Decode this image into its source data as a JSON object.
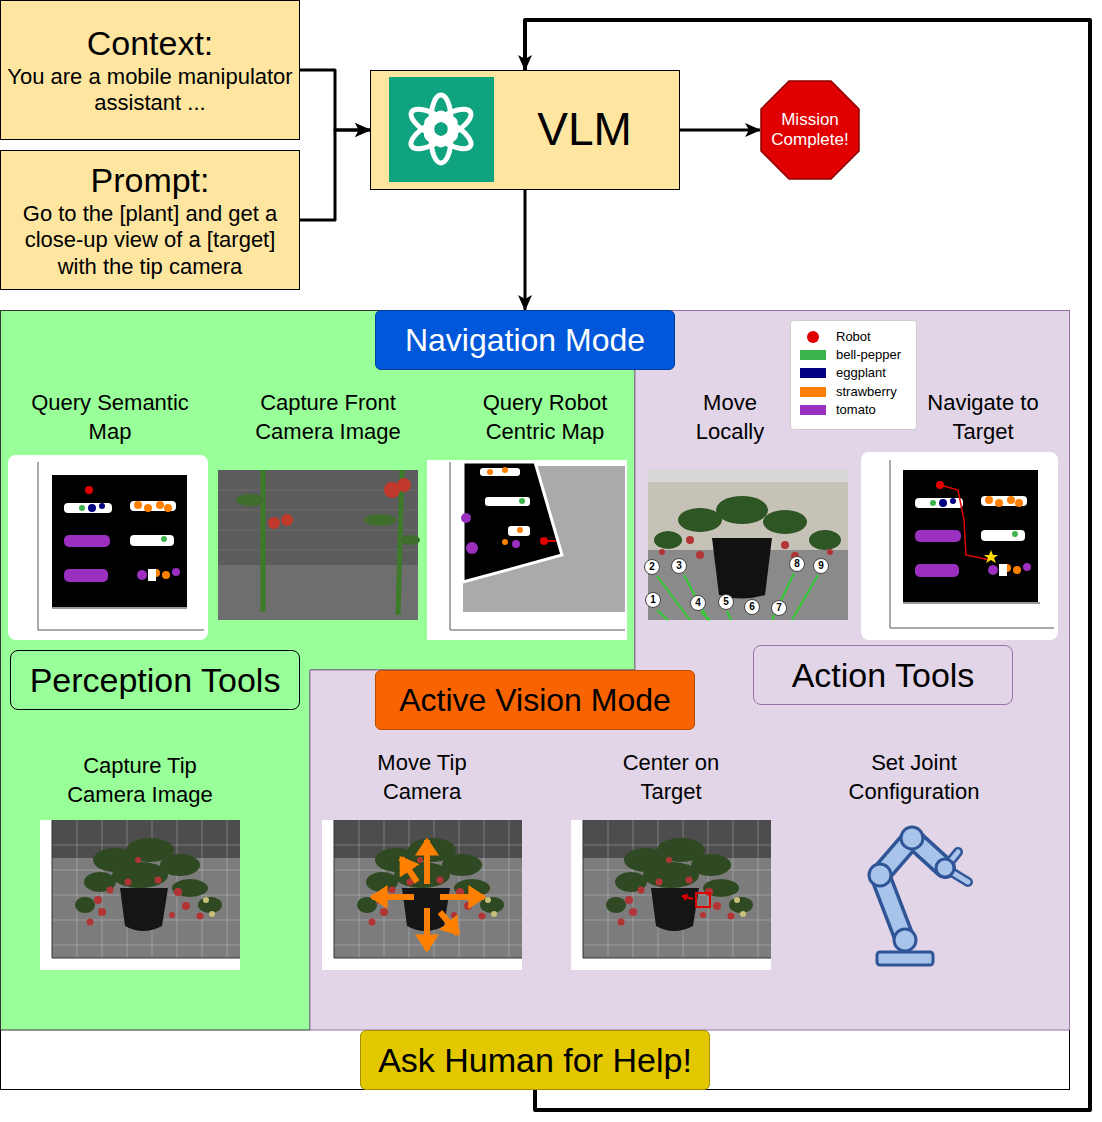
{
  "diagram": {
    "nodes": [
      {
        "text": [
          "Context:",
          "You are a mobile manipulator assistant ..."
        ]
      },
      {
        "text": [
          "Prompt:",
          "Go to the [plant] and get a close-up view of a [target] with the tip camera"
        ]
      },
      {
        "text": [
          "VLM"
        ]
      },
      {
        "text": [
          "Mission Complete!"
        ]
      },
      {
        "text": [
          "Navigation Mode"
        ]
      },
      {
        "text": [
          "Perception Tools"
        ]
      },
      {
        "text": [
          "Action Tools"
        ]
      },
      {
        "text": [
          "Active Vision Mode"
        ]
      },
      {
        "text": [
          "Ask Human for Help!"
        ]
      }
    ],
    "edges": [
      {
        "from": 0,
        "to": 2,
        "arrow": "to"
      },
      {
        "from": 1,
        "to": 2,
        "arrow": "to"
      },
      {
        "from": 2,
        "to": 3,
        "arrow": "to"
      },
      {
        "from": 2,
        "to": 4,
        "arrow": "to"
      },
      {
        "from": 8,
        "to": 2,
        "arrow": "to"
      }
    ],
    "labels": [
      "Query Semantic Map",
      "Capture Front Camera Image",
      "Query Robot Centric Map",
      "Move Locally",
      "Navigate to Target",
      "Capture Tip Camera Image",
      "Move Tip Camera",
      "Center on Target",
      "Set Joint Configuration",
      "1",
      "2",
      "3",
      "4",
      "5",
      "6",
      "7",
      "8",
      "9"
    ],
    "legend": [
      {
        "text": "Robot",
        "color": "#e00000"
      },
      {
        "text": "bell-pepper",
        "color": "#3cb44b"
      },
      {
        "text": "eggplant",
        "color": "#000080"
      },
      {
        "text": "strawberry",
        "color": "#ff8000"
      },
      {
        "text": "tomato",
        "color": "#9a2fc0"
      }
    ]
  }
}
